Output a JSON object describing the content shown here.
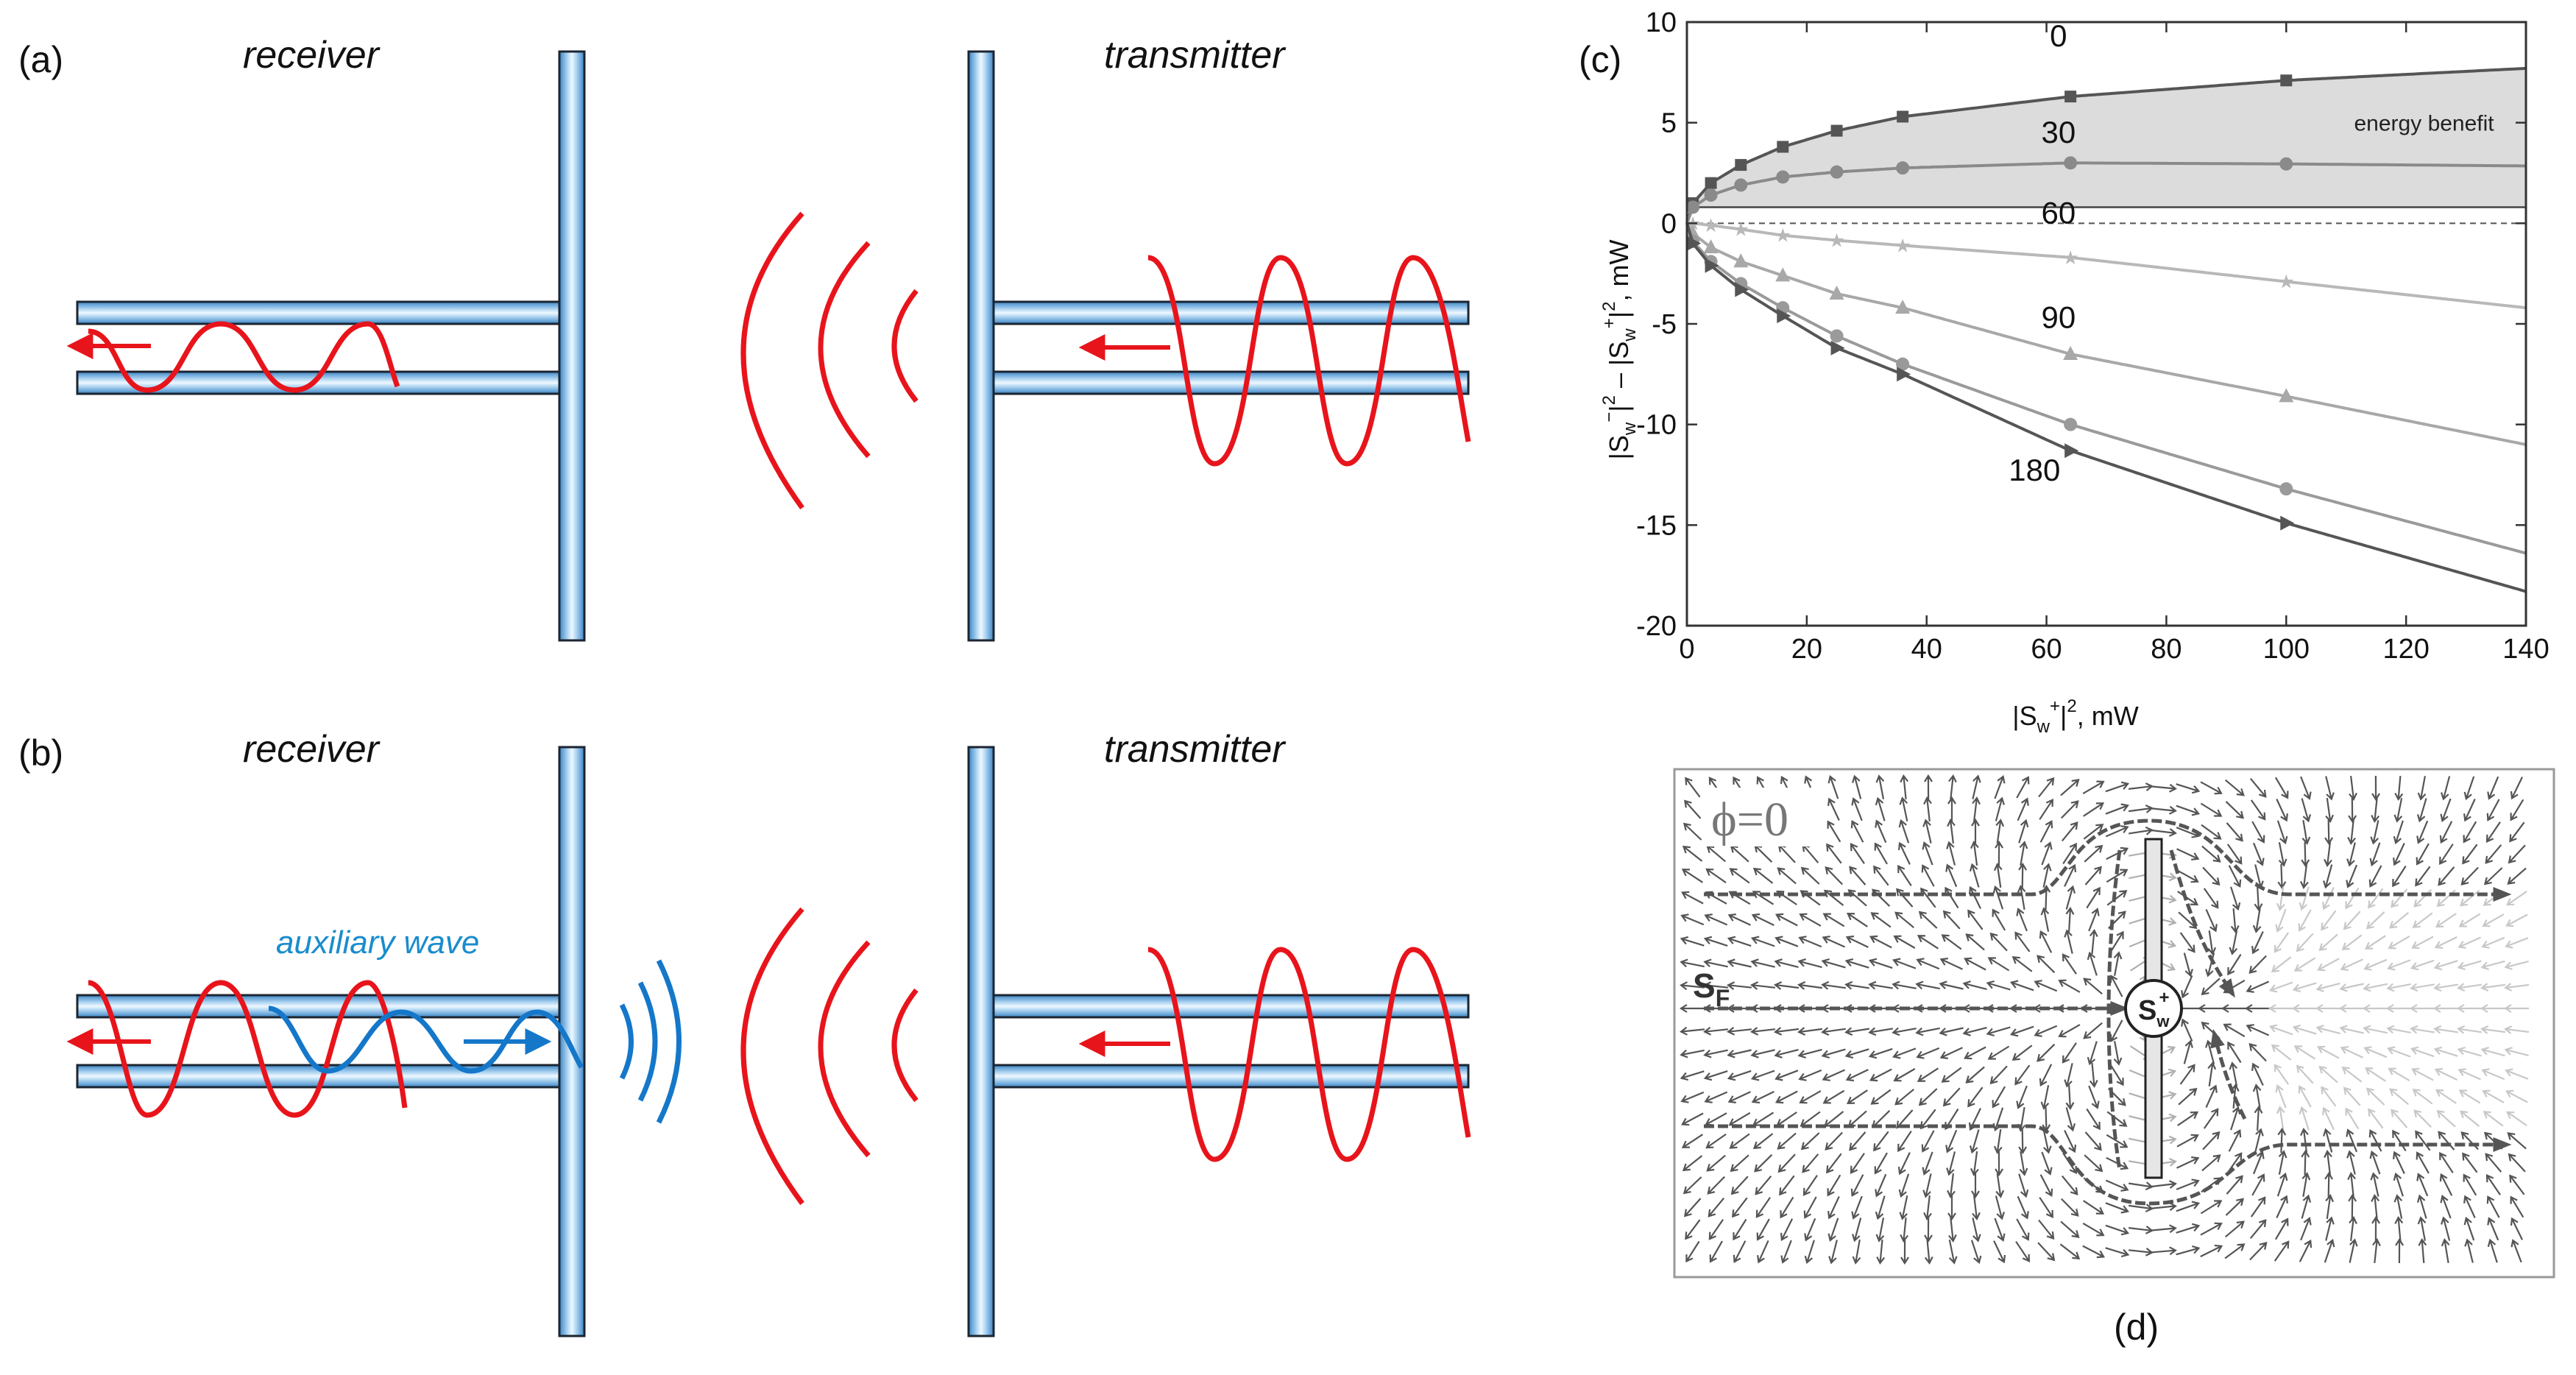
{
  "panels": {
    "a": {
      "label": "(a)",
      "receiver": "receiver",
      "transmitter": "transmitter"
    },
    "b": {
      "label": "(b)",
      "receiver": "receiver",
      "transmitter": "transmitter",
      "auxiliary": "auxiliary wave"
    },
    "c": {
      "label": "(c)"
    },
    "d": {
      "label": "(d)",
      "phi": "ϕ=0",
      "source_main": "S",
      "source_sub": "F",
      "sw_main": "S",
      "sw_sub": "w",
      "sw_sup": "+"
    }
  },
  "colors": {
    "pipe_edge": "#1c2530",
    "pipe_light": "#e6f4ff",
    "pipe_mid": "#8fc1e6",
    "pipe_dark": "#3a86c8",
    "wave_red": "#e8141b",
    "wave_blue": "#1577c9",
    "plot_axis": "#333333",
    "benefit_fill": "#dcdcdc"
  },
  "chart_data": {
    "type": "line",
    "xlabel_main": "|S",
    "xlabel_sub": "w",
    "xlabel_sup": "+",
    "xlabel_tail": "|",
    "xlabel_exp": "2",
    "xlabel_unit": ", mW",
    "ylabel": "|S_w^-|^2 - |S_w^+|^2, mW",
    "xlim": [
      0,
      140
    ],
    "ylim": [
      -20,
      10
    ],
    "xticks": [
      0,
      20,
      40,
      60,
      80,
      100,
      120,
      140
    ],
    "yticks": [
      10,
      5,
      0,
      -5,
      -10,
      -15,
      -20
    ],
    "annotation": "energy benefit",
    "series": [
      {
        "name": "0",
        "color": "#555555",
        "marker": "square",
        "markers_x": [
          1,
          4,
          9,
          16,
          25,
          36,
          64,
          100
        ],
        "x": [
          0,
          1,
          4,
          9,
          16,
          25,
          36,
          64,
          100,
          140
        ],
        "y": [
          0,
          1.0,
          2.0,
          2.9,
          3.8,
          4.6,
          5.3,
          6.3,
          7.1,
          7.7
        ]
      },
      {
        "name": "30",
        "color": "#8a8a8a",
        "marker": "circle",
        "markers_x": [
          1,
          4,
          9,
          16,
          25,
          36,
          64,
          100
        ],
        "x": [
          0,
          1,
          4,
          9,
          16,
          25,
          36,
          64,
          100,
          140
        ],
        "y": [
          0,
          0.8,
          1.4,
          1.9,
          2.3,
          2.55,
          2.75,
          3.0,
          2.95,
          2.85
        ]
      },
      {
        "name": "60",
        "color": "#b8b8b8",
        "marker": "star",
        "markers_x": [
          1,
          4,
          9,
          16,
          25,
          36,
          64,
          100
        ],
        "x": [
          0,
          1,
          4,
          9,
          16,
          25,
          36,
          64,
          100,
          140
        ],
        "y": [
          0,
          0,
          -0.1,
          -0.3,
          -0.6,
          -0.85,
          -1.1,
          -1.7,
          -2.9,
          -4.2
        ]
      },
      {
        "name": "90",
        "color": "#a8a8a8",
        "marker": "triangle",
        "markers_x": [
          1,
          4,
          9,
          16,
          25,
          36,
          64,
          100
        ],
        "x": [
          0,
          1,
          4,
          9,
          16,
          25,
          36,
          64,
          100,
          140
        ],
        "y": [
          0,
          -0.5,
          -1.2,
          -1.9,
          -2.6,
          -3.5,
          -4.2,
          -6.5,
          -8.6,
          -11.0
        ]
      },
      {
        "name": "",
        "color": "#9a9a9a",
        "marker": "circle",
        "markers_x": [
          1,
          4,
          9,
          16,
          25,
          36,
          64,
          100
        ],
        "x": [
          0,
          1,
          4,
          9,
          16,
          25,
          36,
          64,
          100,
          140
        ],
        "y": [
          0,
          -0.9,
          -1.9,
          -3.0,
          -4.2,
          -5.6,
          -7.0,
          -10.0,
          -13.2,
          -16.4
        ]
      },
      {
        "name": "180",
        "color": "#555555",
        "marker": "tri-right",
        "markers_x": [
          1,
          4,
          9,
          16,
          25,
          36,
          64,
          100
        ],
        "x": [
          0,
          1,
          4,
          9,
          16,
          25,
          36,
          64,
          100,
          140
        ],
        "y": [
          0,
          -1.0,
          -2.1,
          -3.3,
          -4.6,
          -6.2,
          -7.5,
          -11.3,
          -14.9,
          -18.3
        ]
      }
    ]
  }
}
